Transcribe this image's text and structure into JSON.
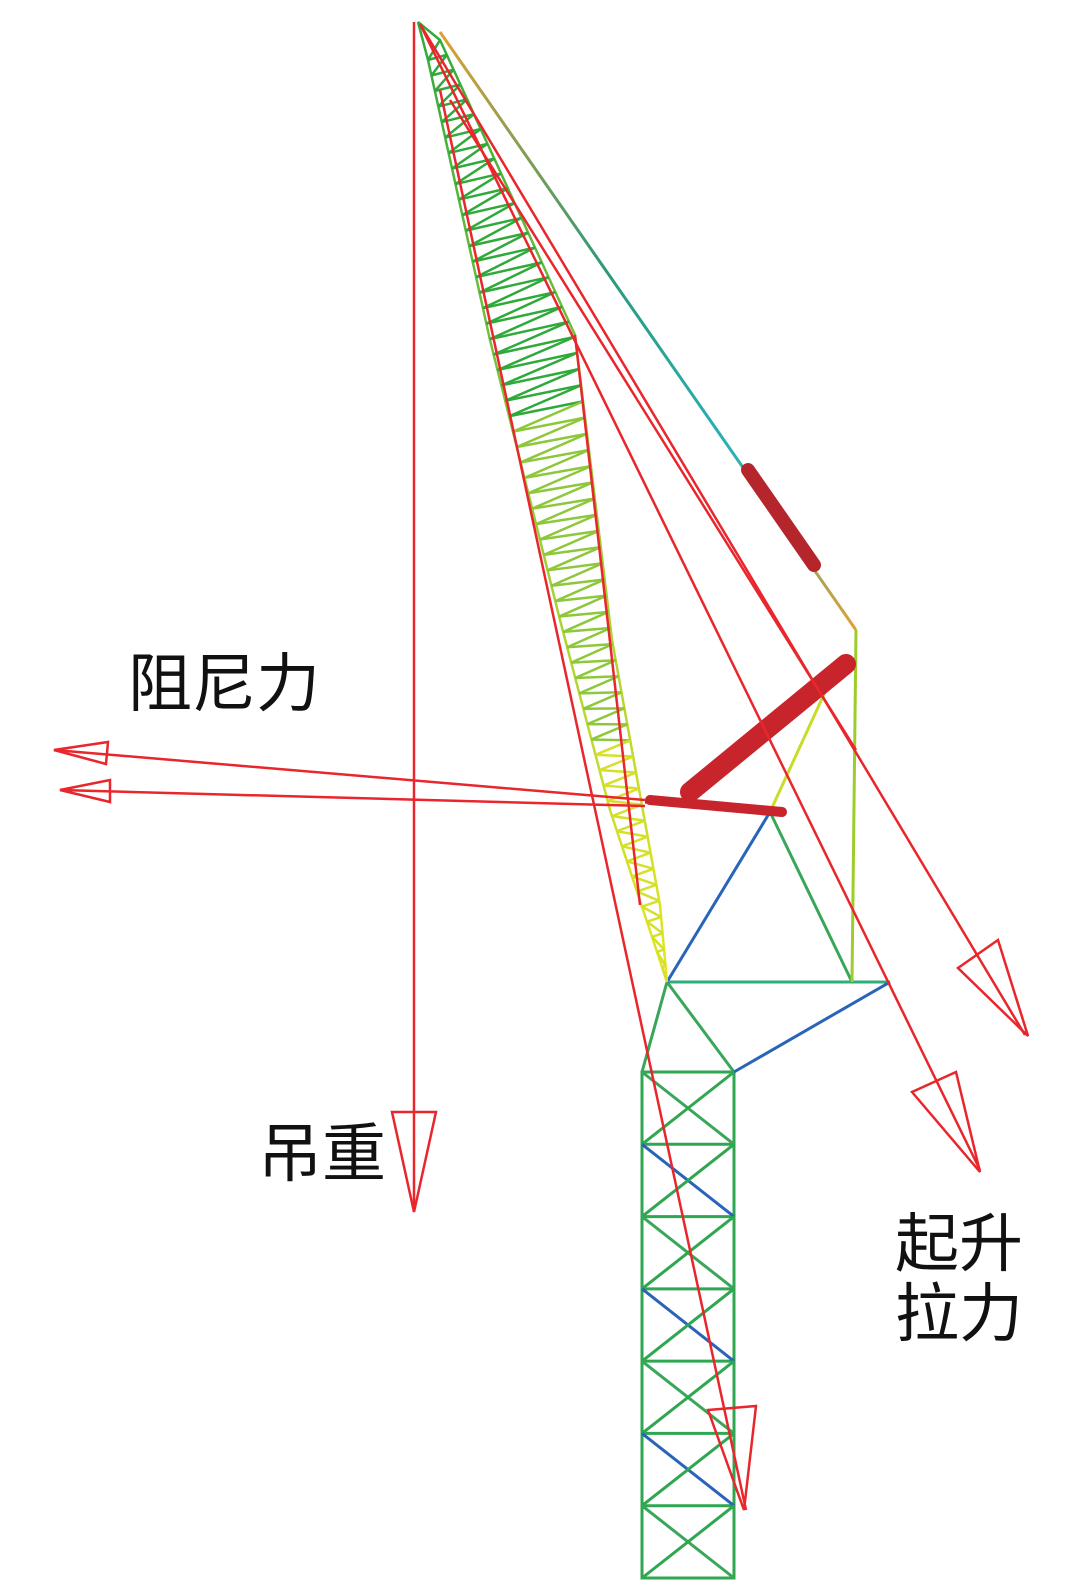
{
  "labels": {
    "damping_force": "阻尼力",
    "hoist_load": "吊重",
    "lifting_tension_line1": "起升",
    "lifting_tension_line2": "拉力"
  },
  "colors": {
    "force_arrow": "#e8262c",
    "cylinder": "#c0212a",
    "boom_top": "#2faa3a",
    "boom_mid": "#9ccd2a",
    "boom_low": "#e6e61e",
    "tower": "#3aa65a",
    "brace_blue": "#2a64b8"
  }
}
